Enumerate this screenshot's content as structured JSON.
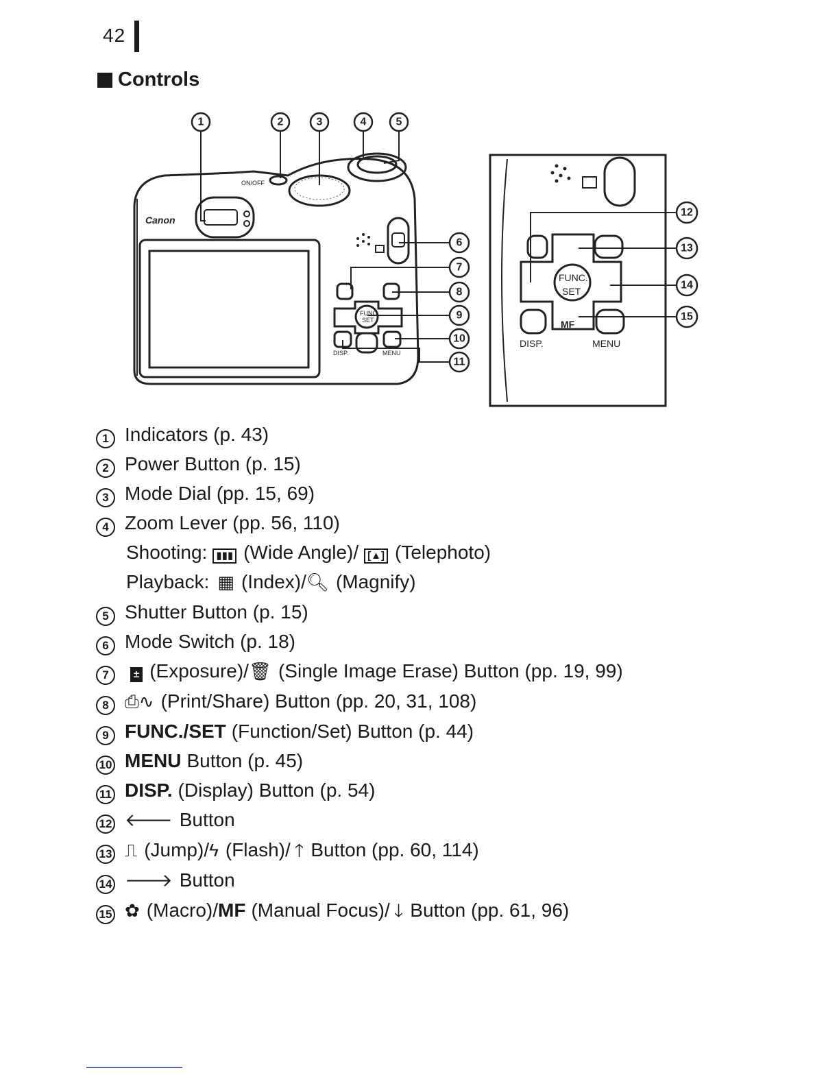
{
  "page": {
    "number": "42"
  },
  "section": {
    "title": "Controls"
  },
  "figure": {
    "callouts": [
      "1",
      "2",
      "3",
      "4",
      "5",
      "6",
      "7",
      "8",
      "9",
      "10",
      "11",
      "12",
      "13",
      "14",
      "15"
    ],
    "camera_brand": "Canon",
    "labels": {
      "func": "FUNC.",
      "set": "SET",
      "disp": "DISP.",
      "menu": "MENU",
      "mf": "MF",
      "power": "ON/OFF"
    }
  },
  "legend": [
    {
      "num": "1",
      "text": "Indicators (p. 43)"
    },
    {
      "num": "2",
      "text": "Power Button (p. 15)"
    },
    {
      "num": "3",
      "text": "Mode Dial (pp. 15, 69)"
    },
    {
      "num": "4",
      "text": "Zoom Lever (pp. 56, 110)"
    },
    {
      "shooting_prefix": "Shooting:",
      "wide_icon": "▮▮▮",
      "wide_text": "(Wide Angle)/",
      "tele_icon": "[▲]",
      "tele_text": "(Telephoto)"
    },
    {
      "playback_prefix": "Playback:",
      "index_icon": "▦",
      "index_text": "(Index)/",
      "magnify_icon": "🔍︎",
      "magnify_text": "(Magnify)"
    },
    {
      "num": "5",
      "text": "Shutter Button (p. 15)"
    },
    {
      "num": "6",
      "text": "Mode Switch (p. 18)"
    },
    {
      "num": "7",
      "icon_a": "±",
      "text_a": "(Exposure)/",
      "icon_b": "🗑︎",
      "text_b": "(Single Image Erase) Button (pp. 19, 99)"
    },
    {
      "num": "8",
      "icon_a": "⎙∿",
      "text": "(Print/Share) Button (pp. 20, 31, 108)"
    },
    {
      "num": "9",
      "bold": "FUNC./SET",
      "text": "(Function/Set) Button (p. 44)"
    },
    {
      "num": "10",
      "bold": "MENU",
      "text": "Button (p. 45)"
    },
    {
      "num": "11",
      "bold": "DISP.",
      "text": "(Display) Button (p. 54)"
    },
    {
      "num": "12",
      "arrow": "🡐",
      "text": "Button"
    },
    {
      "num": "13",
      "icon_a": "⎍",
      "text_a": "(Jump)/",
      "icon_b": "ϟ",
      "text_b": "(Flash)/",
      "arrow": "🡑",
      "text_c": "Button (pp. 60, 114)"
    },
    {
      "num": "14",
      "arrow": "🡒",
      "text": "Button"
    },
    {
      "num": "15",
      "icon_a": "✿",
      "text_a": "(Macro)/",
      "mf": "MF",
      "text_b": "(Manual Focus)/",
      "arrow": "🡓",
      "text_c": "Button (pp. 61, 96)"
    }
  ]
}
